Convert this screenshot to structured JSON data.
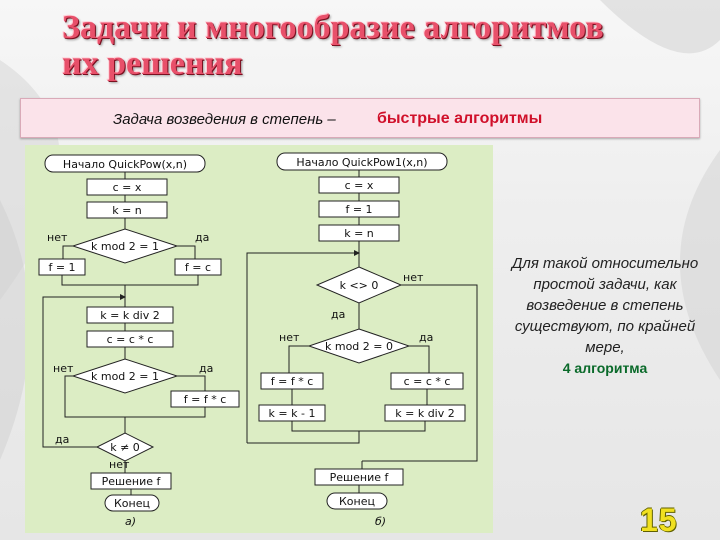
{
  "slide": {
    "title_line1": "Задачи и многообразие алгоритмов",
    "title_line2": "их решения",
    "subtitle_lead": "Задача возведения в степень –",
    "subtitle_highlight": "быстрые алгоритмы",
    "side_note": "Для такой относительно простой задачи, как возведение в степень существуют, по крайней мере,",
    "side_note_count": "4 алгоритма",
    "page_number": "15"
  },
  "flowchart_a": {
    "caption": "а)",
    "start": "Начало QuickPow(x,n)",
    "c_assign": "c = x",
    "k_assign": "k = n",
    "cond1": "k mod 2 = 1",
    "no1": "нет",
    "yes1": "да",
    "f_one": "f = 1",
    "f_c": "f = c",
    "k_div": "k = k div 2",
    "c_mul": "c = c * c",
    "cond2": "k mod 2 = 1",
    "no2": "нет",
    "yes2": "да",
    "f_mul": "f = f * c",
    "cond3": "k ≠ 0",
    "yes3": "да",
    "no3": "нет",
    "result": "Решение f",
    "end": "Конец"
  },
  "flowchart_b": {
    "caption": "б)",
    "start": "Начало QuickPow1(x,n)",
    "c_assign": "c = x",
    "f_assign": "f = 1",
    "k_assign": "k = n",
    "cond_loop": "k <> 0",
    "loop_no": "нет",
    "loop_yes": "да",
    "cond_mod": "k mod 2 = 0",
    "mod_no": "нет",
    "mod_yes": "да",
    "f_mul": "f = f * c",
    "c_mul": "c = c * c",
    "k_dec": "k = k - 1",
    "k_div": "k = k div 2",
    "result": "Решение f",
    "end": "Конец"
  },
  "colors": {
    "title": "#e8506a",
    "highlight": "#d0102a",
    "panel": "#dcedc4",
    "count": "#0a6a2a",
    "page_number": "#f0e020"
  }
}
